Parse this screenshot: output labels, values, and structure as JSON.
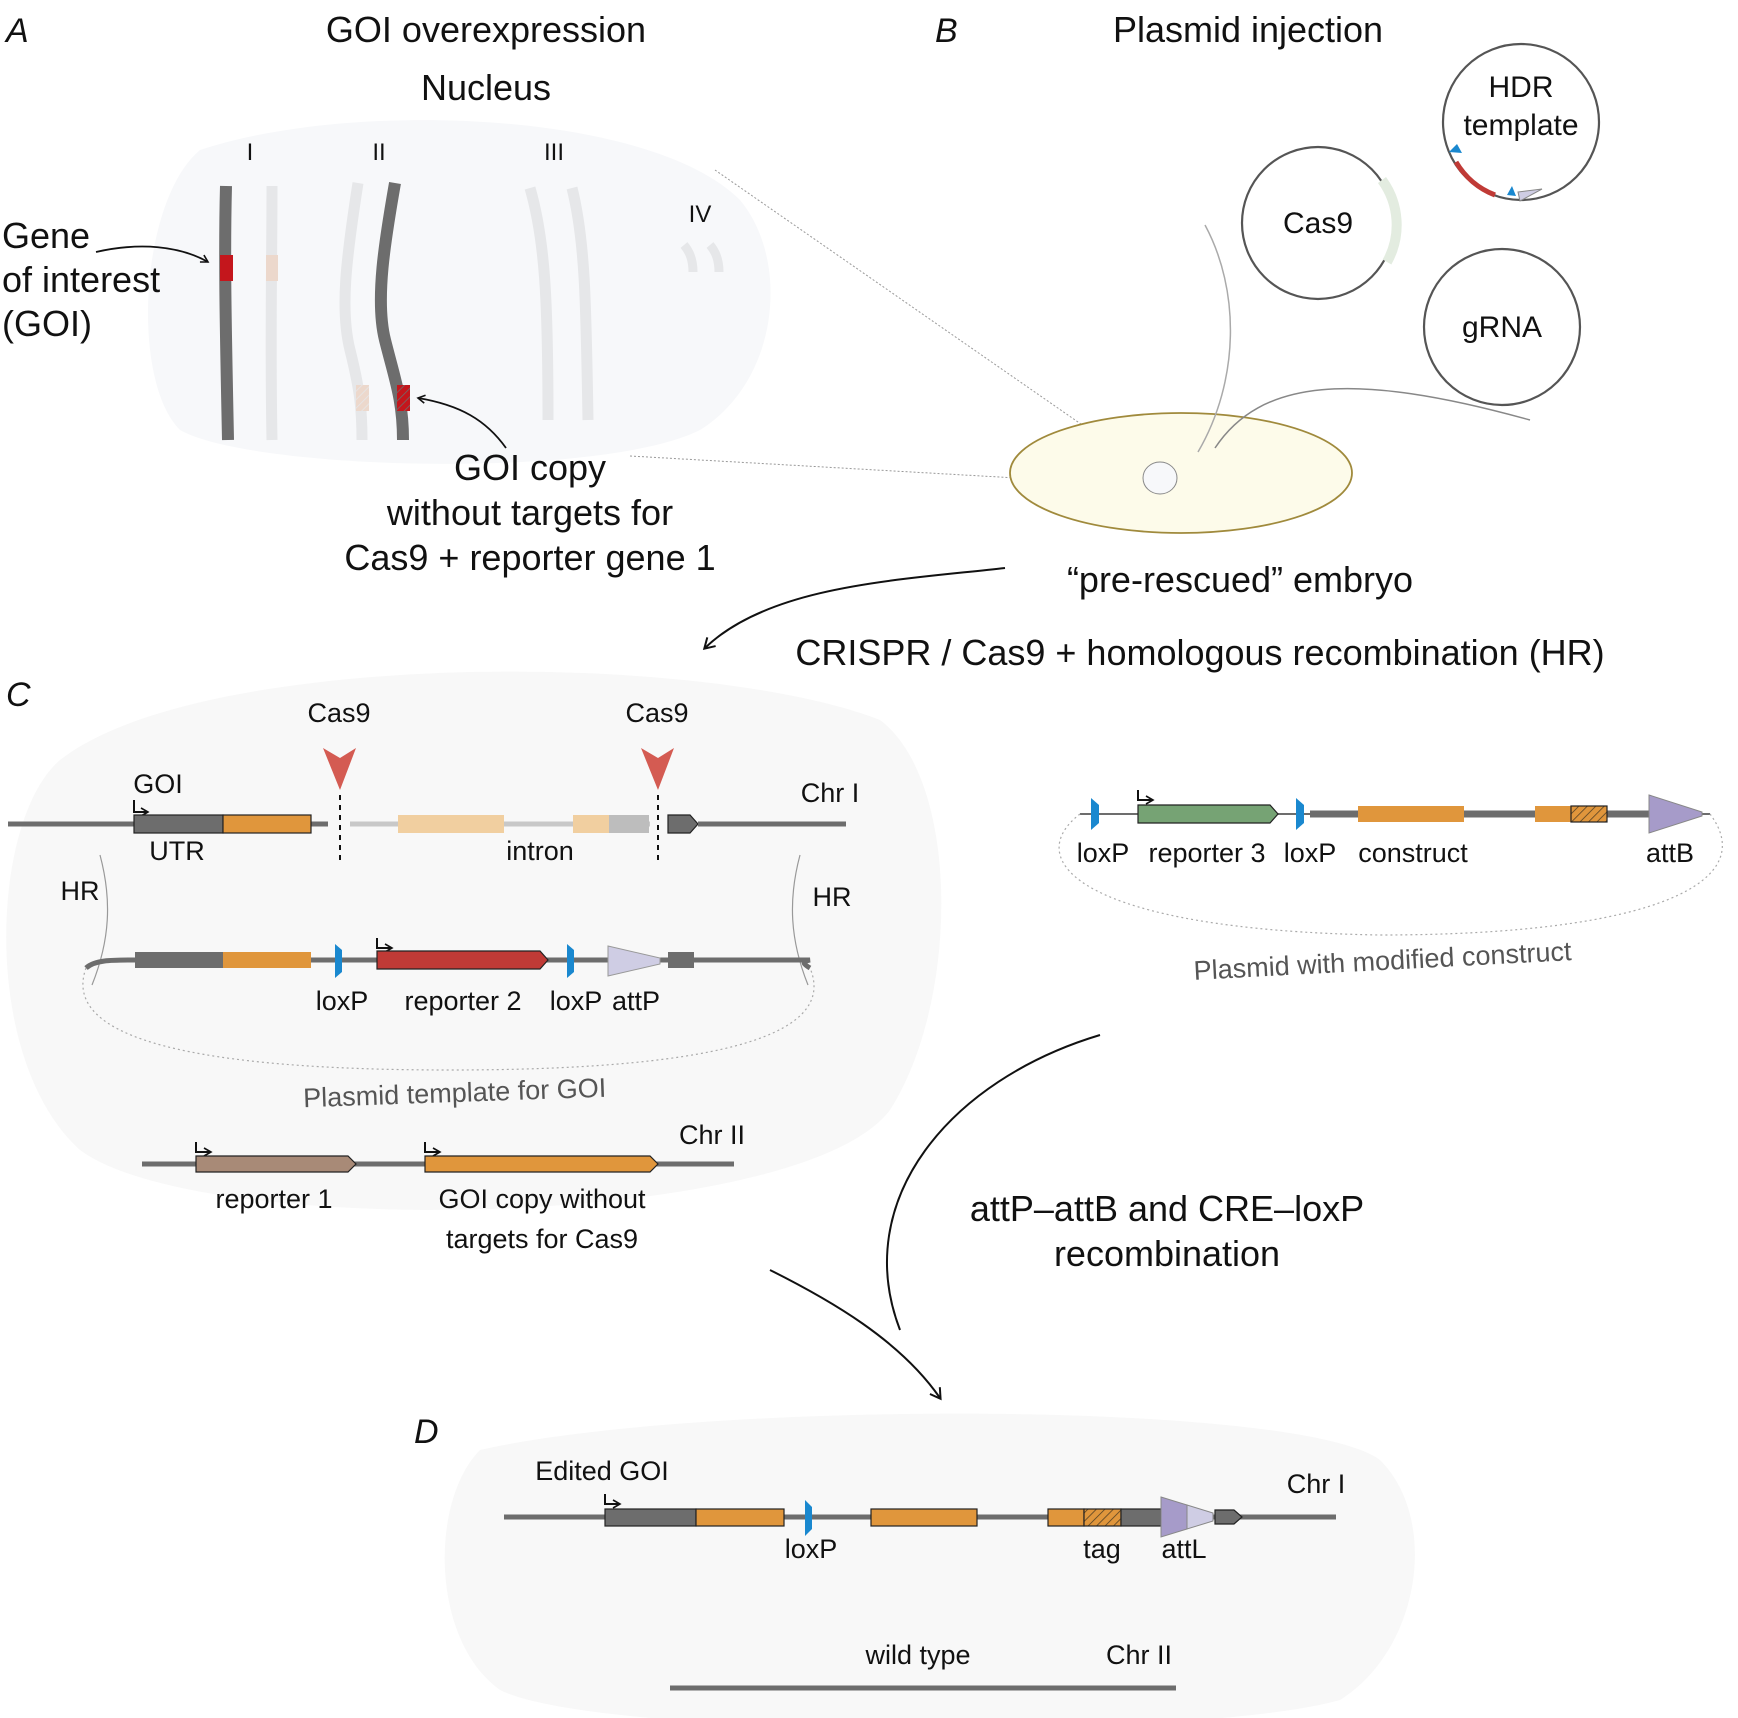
{
  "panels": {
    "a": {
      "letter": "A",
      "title": "GOI overexpression",
      "subtitle": "Nucleus",
      "chromosome_labels": [
        "I",
        "II",
        "III",
        "IV"
      ],
      "gene_label": [
        "Gene",
        "of interest",
        "(GOI)"
      ],
      "copy_label": [
        "GOI copy",
        "without targets for",
        "Cas9 + reporter gene 1"
      ]
    },
    "b": {
      "letter": "B",
      "title": "Plasmid injection",
      "plasmids": {
        "cas9": "Cas9",
        "hdr": [
          "HDR",
          "template"
        ],
        "grna": "gRNA"
      },
      "embryo_label": "“pre-rescued” embryo"
    },
    "arrow_1_label": "CRISPR / Cas9 + homologous recombination (HR)",
    "c": {
      "letter": "C",
      "cas9_labels": [
        "Cas9",
        "Cas9"
      ],
      "goi_label": "GOI",
      "chr1_label": "Chr I",
      "utr_label": "UTR",
      "intron_label": "intron",
      "hr_labels": [
        "HR",
        "HR"
      ],
      "template_labels": [
        "loxP",
        "reporter 2",
        "loxP",
        "attP"
      ],
      "template_caption": "Plasmid template for GOI",
      "chr2_label": "Chr II",
      "chr2_labels": [
        "reporter 1",
        "GOI copy without",
        "targets for Cas9"
      ],
      "modified_labels": [
        "loxP",
        "reporter 3",
        "loxP",
        "construct",
        "attB"
      ],
      "modified_caption": "Plasmid with modified construct"
    },
    "arrow_2_label": [
      "attP–attB and CRE–loxP",
      "recombination"
    ],
    "d": {
      "letter": "D",
      "edited_label": "Edited GOI",
      "chr1_label": "Chr I",
      "loxp_label": "loxP",
      "tag_label": "tag",
      "attl_label": "attL",
      "wild_type_label": "wild type",
      "chr2_label": "Chr II"
    }
  },
  "colors": {
    "chromosome": "#6d6d6d",
    "chromosome_faint": "#e6e7e9",
    "goi_red": "#c4161c",
    "exon_orange": "#e0963c",
    "exon_light": "#f1cfa0",
    "loxp_blue": "#1a88cf",
    "reporter2_red": "#c03a36",
    "reporter3_green": "#76a374",
    "reporter1_brown": "#a88a77",
    "attp": "#cfcde4",
    "attb": "#a69bc9",
    "cas9_marker": "#d45b52",
    "embryo_fill": "#fdfbea",
    "embryo_stroke": "#a08a3c"
  }
}
